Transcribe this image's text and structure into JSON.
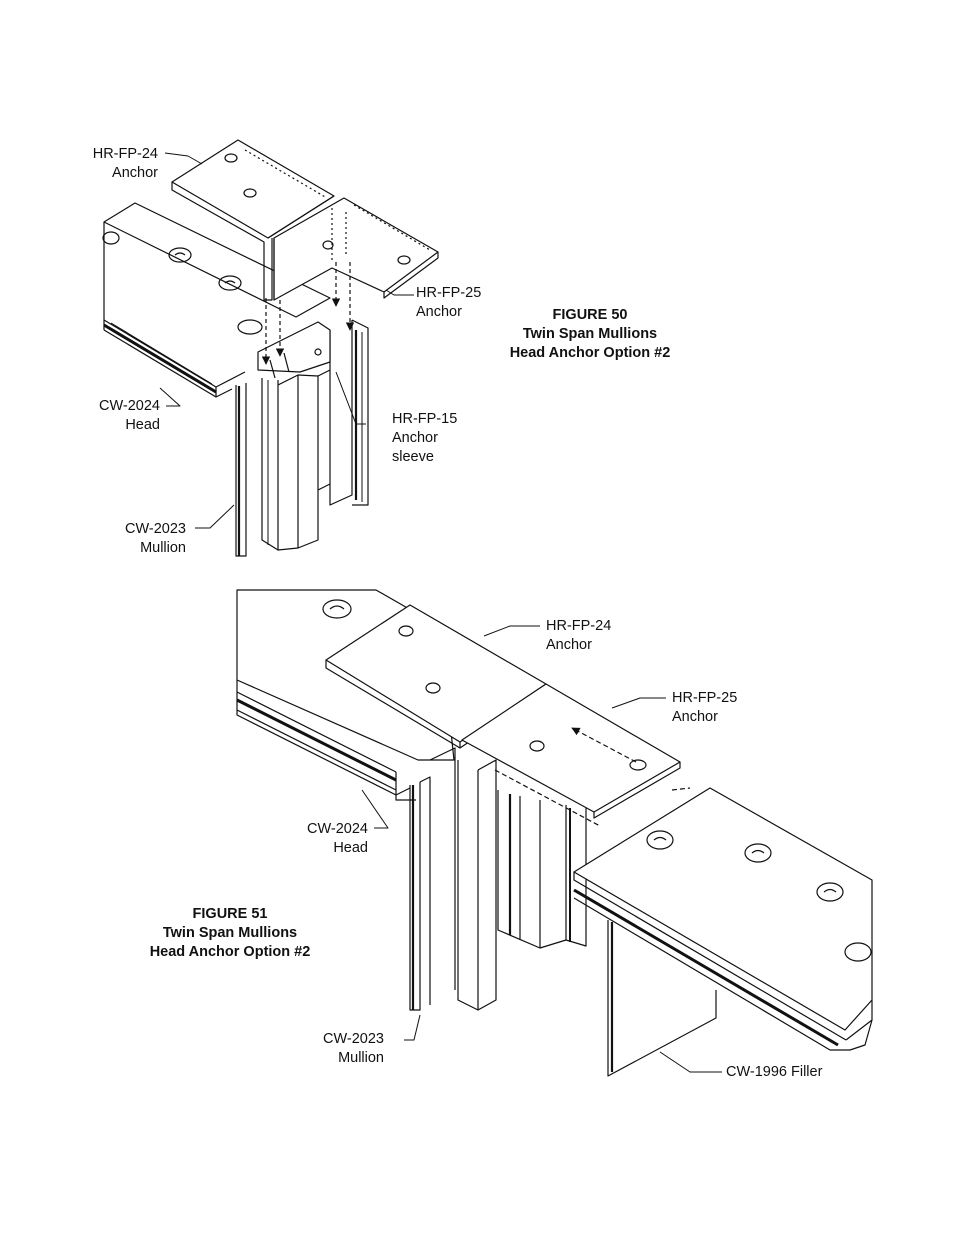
{
  "figure50": {
    "caption": [
      "FIGURE 50",
      "Twin Span Mullions",
      "Head Anchor Option #2"
    ],
    "labels": {
      "hr_fp_24": [
        "HR-FP-24",
        "Anchor"
      ],
      "hr_fp_25": [
        "HR-FP-25",
        "Anchor"
      ],
      "cw_2024": [
        "CW-2024",
        "Head"
      ],
      "hr_fp_15": [
        "HR-FP-15",
        "Anchor",
        "sleeve"
      ],
      "cw_2023": [
        "CW-2023",
        "Mullion"
      ]
    }
  },
  "figure51": {
    "caption": [
      "FIGURE 51",
      "Twin Span Mullions",
      "Head Anchor Option #2"
    ],
    "labels": {
      "hr_fp_24": [
        "HR-FP-24",
        "Anchor"
      ],
      "hr_fp_25": [
        "HR-FP-25",
        "Anchor"
      ],
      "cw_2024": [
        "CW-2024",
        "Head"
      ],
      "cw_2023": [
        "CW-2023",
        "Mullion"
      ],
      "cw_1996": [
        "CW-1996 Filler"
      ]
    }
  }
}
